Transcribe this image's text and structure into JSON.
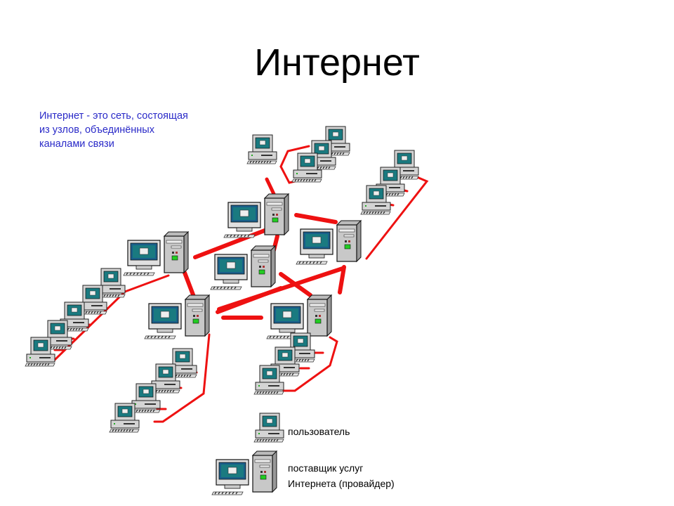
{
  "slide": {
    "title": "Интернет",
    "description": [
      "Интернет - это сеть, состоящая",
      "из узлов, объединённых",
      "каналами связи"
    ]
  },
  "legend": {
    "user_label": "пользователь",
    "provider_label_line1": "поставщик услуг",
    "provider_label_line2": "Интернета (провайдер)"
  },
  "colors": {
    "link": "#ee1111",
    "description_text": "#2a2ac8",
    "screen": "#1a7a80",
    "case": "#c8c8c8"
  }
}
